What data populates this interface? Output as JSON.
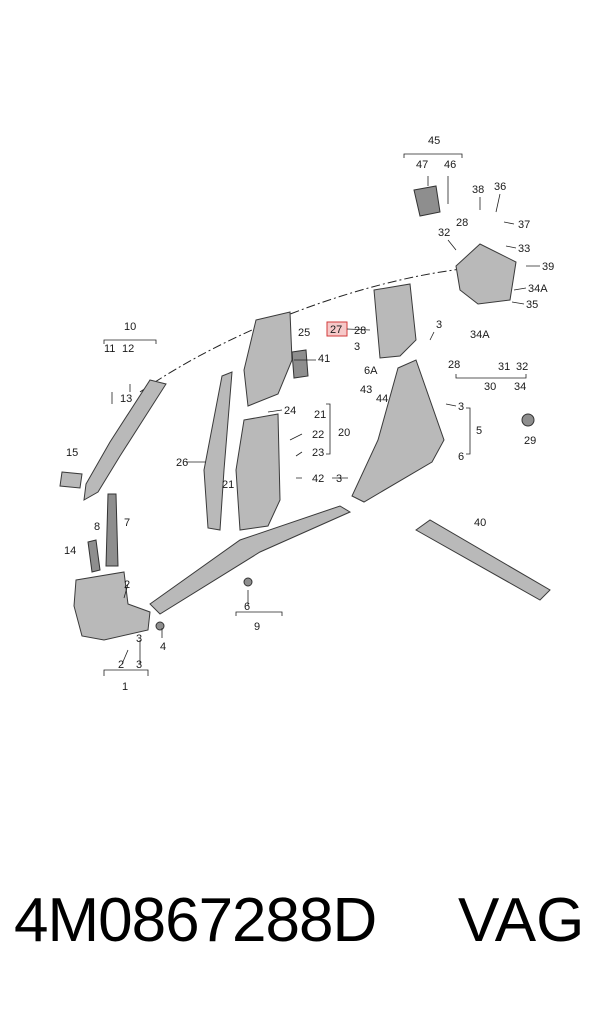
{
  "diagram": {
    "callouts": {
      "c1": "1",
      "c2a": "2",
      "c2b": "2",
      "c3a": "3",
      "c3b": "3",
      "c3c": "3",
      "c3d": "3",
      "c3e": "3",
      "c3f": "3",
      "c4": "4",
      "c5": "5",
      "c6a": "6",
      "c6b": "6",
      "c6A": "6A",
      "c7": "7",
      "c8": "8",
      "c9": "9",
      "c10": "10",
      "c11": "11",
      "c12": "12",
      "c13": "13",
      "c14": "14",
      "c15": "15",
      "c20": "20",
      "c21a": "21",
      "c21b": "21",
      "c22": "22",
      "c23": "23",
      "c24": "24",
      "c25": "25",
      "c26": "26",
      "c27": "27",
      "c28a": "28",
      "c28b": "28",
      "c28c": "28",
      "c29": "29",
      "c30": "30",
      "c31": "31",
      "c32a": "32",
      "c32b": "32",
      "c33": "33",
      "c34": "34",
      "c34Aa": "34A",
      "c34Ab": "34A",
      "c35": "35",
      "c36": "36",
      "c37": "37",
      "c38": "38",
      "c39": "39",
      "c40": "40",
      "c41": "41",
      "c42": "42",
      "c43": "43",
      "c44": "44",
      "c45": "45",
      "c46": "46",
      "c47": "47"
    }
  },
  "footer": {
    "part_number": "4M0867288D",
    "brand": "VAG"
  }
}
